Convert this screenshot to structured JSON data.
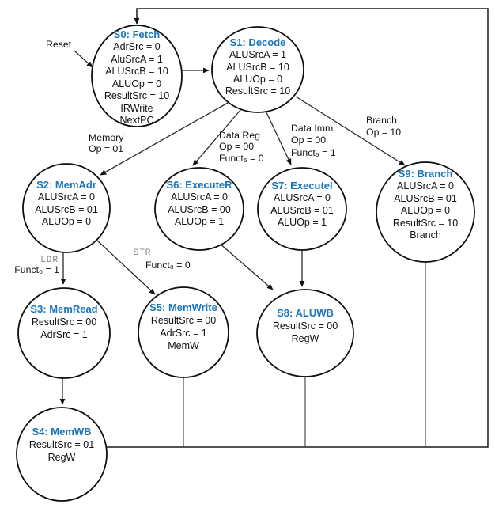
{
  "diagram": {
    "title_color": "#1b75bc",
    "reset_label": "Reset",
    "states": {
      "s0": {
        "title": "S0: Fetch",
        "lines": [
          "AdrSrc = 0",
          "AluSrcA = 1",
          "ALUSrcB = 10",
          "ALUOp = 0",
          "ResultSrc = 10",
          "IRWrite",
          "NextPC"
        ]
      },
      "s1": {
        "title": "S1: Decode",
        "lines": [
          "ALUSrcA = 1",
          "ALUSrcB = 10",
          "ALUOp = 0",
          "ResultSrc = 10"
        ]
      },
      "s2": {
        "title": "S2: MemAdr",
        "lines": [
          "ALUSrcA = 0",
          "ALUSrcB = 01",
          "ALUOp = 0"
        ]
      },
      "s6": {
        "title": "S6: ExecuteR",
        "lines": [
          "ALUSrcA = 0",
          "ALUSrcB = 00",
          "ALUOp = 1"
        ]
      },
      "s7": {
        "title": "S7: ExecuteI",
        "lines": [
          "ALUSrcA = 0",
          "ALUSrcB = 01",
          "ALUOp = 1"
        ]
      },
      "s9": {
        "title": "S9: Branch",
        "lines": [
          "ALUSrcA = 0",
          "ALUSrcB = 01",
          "ALUOp = 0",
          "ResultSrc = 10",
          "Branch"
        ]
      },
      "s3": {
        "title": "S3: MemRead",
        "lines": [
          "ResultSrc = 00",
          "AdrSrc = 1"
        ]
      },
      "s5": {
        "title": "S5: MemWrite",
        "lines": [
          "ResultSrc = 00",
          "AdrSrc = 1",
          "MemW"
        ]
      },
      "s8": {
        "title": "S8: ALUWB",
        "lines": [
          "ResultSrc = 00",
          "RegW"
        ]
      },
      "s4": {
        "title": "S4: MemWB",
        "lines": [
          "ResultSrc = 01",
          "RegW"
        ]
      }
    },
    "edges": {
      "memory": {
        "lines": [
          "Memory",
          "Op = 01"
        ]
      },
      "data_reg": {
        "lines": [
          "Data Reg",
          "Op = 00",
          "Funct₅ = 0"
        ]
      },
      "data_imm": {
        "lines": [
          "Data Imm",
          "Op = 00",
          "Funct₅ = 1"
        ]
      },
      "branch": {
        "lines": [
          "Branch",
          "Op = 10"
        ]
      },
      "ldr": {
        "mnemonic": "LDR",
        "condition": "Funct₀ = 1"
      },
      "str": {
        "mnemonic": "STR",
        "condition": "Funct₀ = 0"
      }
    }
  }
}
